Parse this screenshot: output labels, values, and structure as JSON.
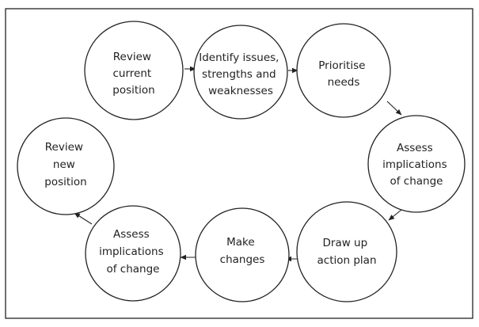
{
  "diagram": {
    "nodes": [
      {
        "id": "review-current",
        "lines": [
          "Review",
          "current",
          "position"
        ]
      },
      {
        "id": "identify",
        "lines": [
          "Identify issues,",
          "strengths and",
          "weaknesses"
        ]
      },
      {
        "id": "prioritise",
        "lines": [
          "Prioritise",
          "needs"
        ]
      },
      {
        "id": "assess-1",
        "lines": [
          "Assess",
          "implications",
          "of change"
        ]
      },
      {
        "id": "draw-up",
        "lines": [
          "Draw up",
          "action plan"
        ]
      },
      {
        "id": "make",
        "lines": [
          "Make",
          "changes"
        ]
      },
      {
        "id": "assess-2",
        "lines": [
          "Assess",
          "implications",
          "of change"
        ]
      },
      {
        "id": "review-new",
        "lines": [
          "Review",
          "new",
          "position"
        ]
      }
    ],
    "edges": [
      {
        "from": "review-current",
        "to": "identify"
      },
      {
        "from": "identify",
        "to": "prioritise"
      },
      {
        "from": "prioritise",
        "to": "assess-1"
      },
      {
        "from": "assess-1",
        "to": "draw-up"
      },
      {
        "from": "draw-up",
        "to": "make"
      },
      {
        "from": "make",
        "to": "assess-2"
      },
      {
        "from": "assess-2",
        "to": "review-new"
      }
    ],
    "colors": {
      "stroke": "#222222",
      "fill": "#ffffff",
      "text": "#222222"
    }
  }
}
